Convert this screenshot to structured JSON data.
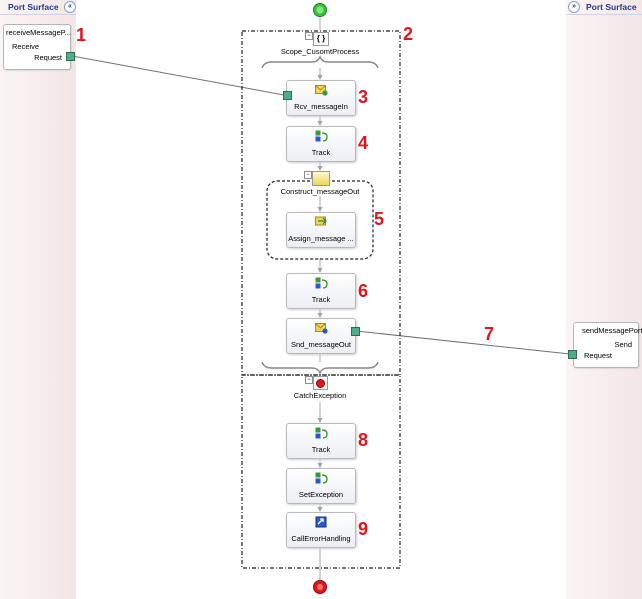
{
  "left_surface": {
    "title": "Port Surface",
    "collapse_icon": "double-chevron-left-icon"
  },
  "right_surface": {
    "title": "Port Surface",
    "collapse_icon": "double-chevron-right-icon"
  },
  "receive_port": {
    "name": "receiveMessageP...",
    "operation": "Receive",
    "message": "Request"
  },
  "send_port": {
    "name": "sendMessagePort",
    "operation": "Send",
    "message": "Request"
  },
  "scope": {
    "title": "Scope_CusomtProcess"
  },
  "construct": {
    "title": "Construct_messageOut"
  },
  "catch": {
    "title": "CatchException"
  },
  "shapes": [
    {
      "label": "Rcv_messageIn",
      "icon": "receive-envelope-icon"
    },
    {
      "label": "Track",
      "icon": "expression-icon"
    },
    {
      "label": "Assign_message ...",
      "icon": "message-assign-icon"
    },
    {
      "label": "Track",
      "icon": "expression-icon"
    },
    {
      "label": "Snd_messageOut",
      "icon": "send-envelope-icon"
    },
    {
      "label": "Track",
      "icon": "expression-icon"
    },
    {
      "label": "SetException",
      "icon": "expression-icon"
    },
    {
      "label": "CallErrorHandling",
      "icon": "call-orchestration-icon"
    }
  ],
  "callouts": [
    "1",
    "2",
    "3",
    "4",
    "5",
    "6",
    "7",
    "8",
    "9"
  ],
  "colors": {
    "start": "#3cc43c",
    "end": "#e01818",
    "callout": "#e0141e",
    "port_connector": "#4caf8a"
  }
}
